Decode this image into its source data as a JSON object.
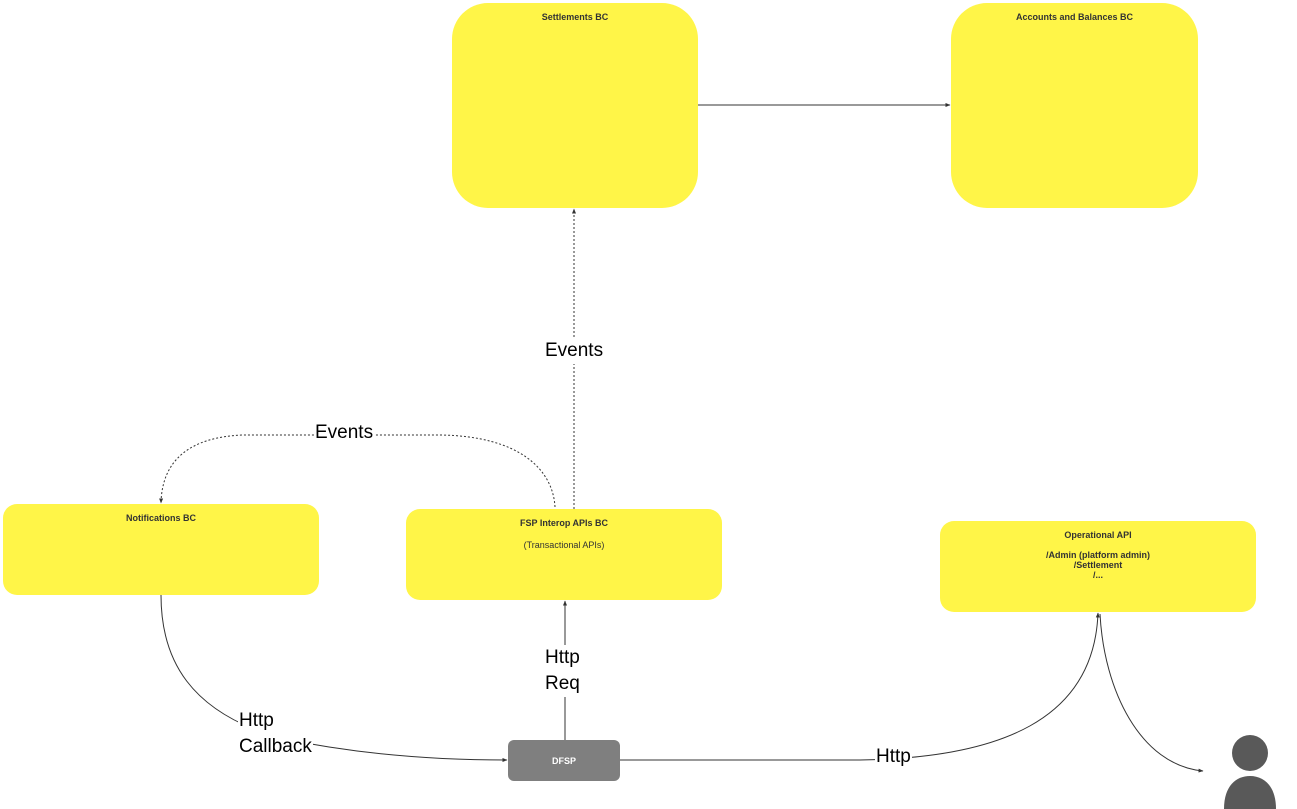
{
  "nodes": {
    "settlements": {
      "title": "Settlements BC"
    },
    "accounts": {
      "title": "Accounts and Balances BC"
    },
    "notifications": {
      "title": "Notifications BC"
    },
    "fsp": {
      "title": "FSP Interop APIs BC",
      "subtitle": "(Transactional APIs)"
    },
    "operational": {
      "title": "Operational API",
      "lines": [
        "/Admin (platform admin)",
        "/Settlement",
        "/..."
      ]
    },
    "dfsp": {
      "title": "DFSP"
    }
  },
  "edge_labels": {
    "events_up": "Events",
    "events_left": "Events",
    "http_req_line1": "Http",
    "http_req_line2": "Req",
    "http_callback_line1": "Http",
    "http_callback_line2": "Callback",
    "http_right": "Http"
  },
  "colors": {
    "bc_fill": "#fff548",
    "dfsp_fill": "#7f7f7f",
    "edge": "#333333",
    "avatar": "#595959"
  },
  "icons": {
    "user": "user-icon"
  }
}
